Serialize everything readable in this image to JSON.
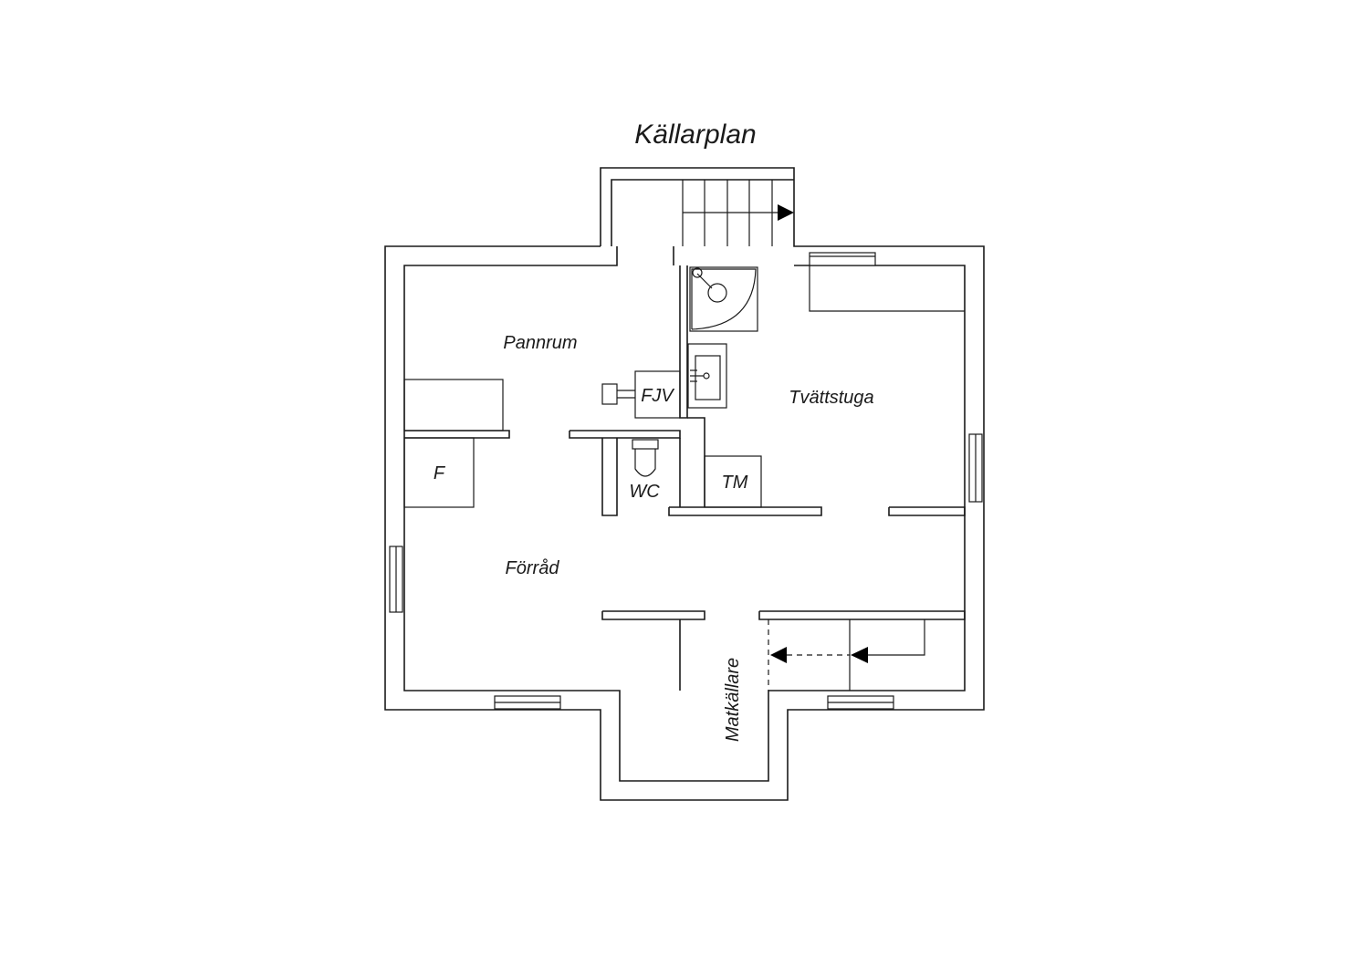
{
  "plan": {
    "title": "Källarplan",
    "rooms": {
      "pannrum": "Pannrum",
      "tvattstuga": "Tvättstuga",
      "forrad": "Förråd",
      "matkallare": "Matkällare",
      "fjv": "FJV",
      "wc": "WC",
      "tm": "TM",
      "f": "F"
    }
  }
}
